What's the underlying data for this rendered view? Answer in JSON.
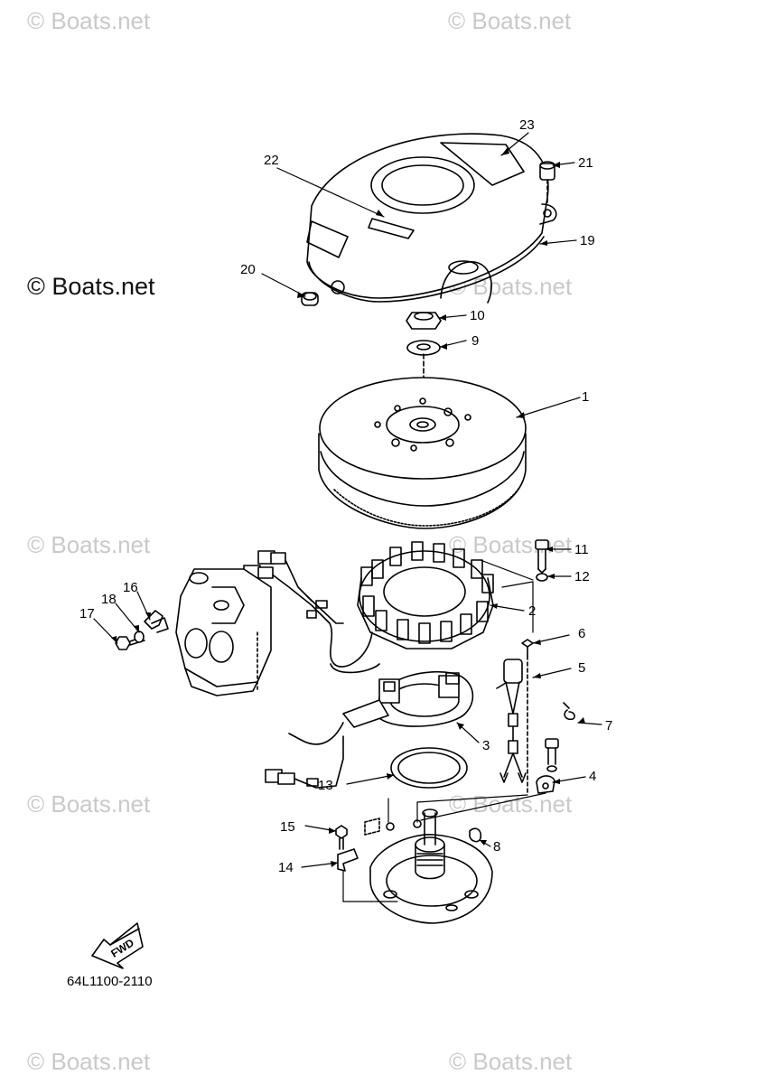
{
  "watermark": {
    "text": "© Boats.net"
  },
  "diagram": {
    "code": "64L1100-2110",
    "fwd_label": "FWD",
    "callouts": [
      {
        "id": "c1",
        "label": "1"
      },
      {
        "id": "c2",
        "label": "2"
      },
      {
        "id": "c3",
        "label": "3"
      },
      {
        "id": "c4",
        "label": "4"
      },
      {
        "id": "c5",
        "label": "5"
      },
      {
        "id": "c6",
        "label": "6"
      },
      {
        "id": "c7",
        "label": "7"
      },
      {
        "id": "c8",
        "label": "8"
      },
      {
        "id": "c9",
        "label": "9"
      },
      {
        "id": "c10",
        "label": "10"
      },
      {
        "id": "c11",
        "label": "11"
      },
      {
        "id": "c12",
        "label": "12"
      },
      {
        "id": "c13",
        "label": "13"
      },
      {
        "id": "c14",
        "label": "14"
      },
      {
        "id": "c15",
        "label": "15"
      },
      {
        "id": "c16",
        "label": "16"
      },
      {
        "id": "c17",
        "label": "17"
      },
      {
        "id": "c18",
        "label": "18"
      },
      {
        "id": "c19",
        "label": "19"
      },
      {
        "id": "c20",
        "label": "20"
      },
      {
        "id": "c21",
        "label": "21"
      },
      {
        "id": "c22",
        "label": "22"
      },
      {
        "id": "c23",
        "label": "23"
      }
    ]
  }
}
